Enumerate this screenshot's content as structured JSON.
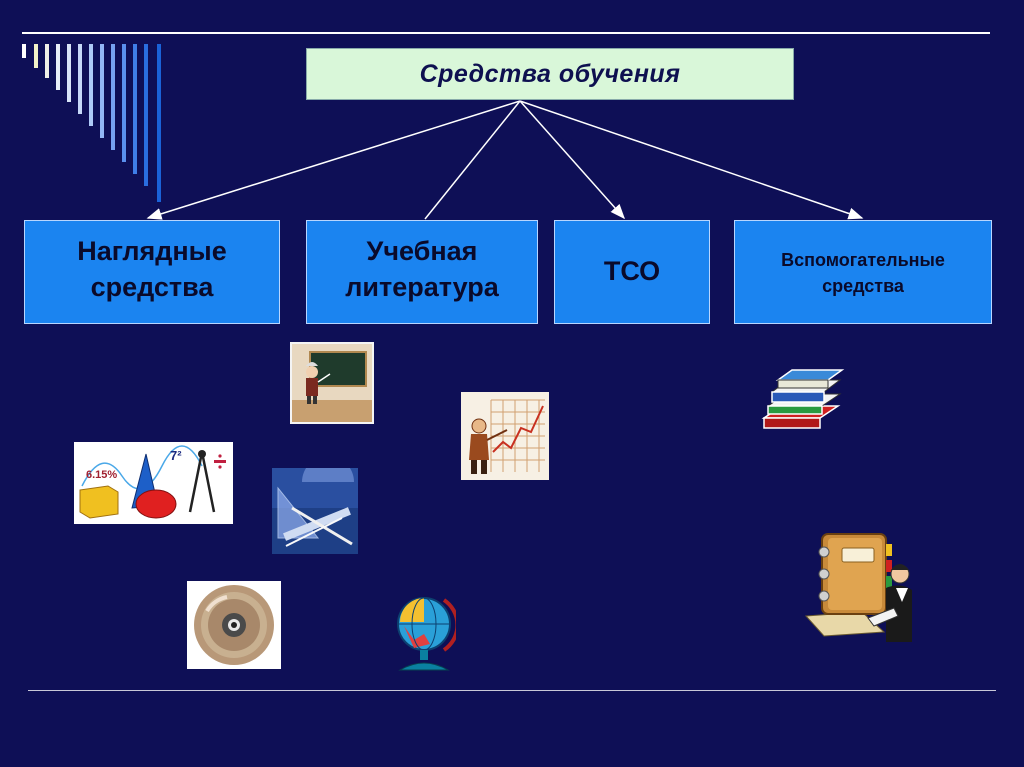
{
  "title": "Средства обучения",
  "categories": [
    {
      "line1": "Наглядные",
      "line2": "средства"
    },
    {
      "line1": "Учебная",
      "line2": "литература"
    },
    {
      "line1": "ТСО",
      "line2": ""
    },
    {
      "line1": "Вспомогательные",
      "line2": "средства"
    }
  ],
  "colors": {
    "background": "#0e0f56",
    "title_box": "#d9f7d9",
    "category_box": "#1b84f0",
    "arrows": "#ffffff"
  },
  "pictures": [
    {
      "name": "geometry-shapes-icon",
      "label": "6.15%",
      "label2": "7²"
    },
    {
      "name": "teacher-at-blackboard-icon"
    },
    {
      "name": "drawing-tools-icon"
    },
    {
      "name": "presenter-chart-icon"
    },
    {
      "name": "cd-disc-icon"
    },
    {
      "name": "globe-icon"
    },
    {
      "name": "books-stack-icon"
    },
    {
      "name": "notebook-person-icon"
    }
  ]
}
